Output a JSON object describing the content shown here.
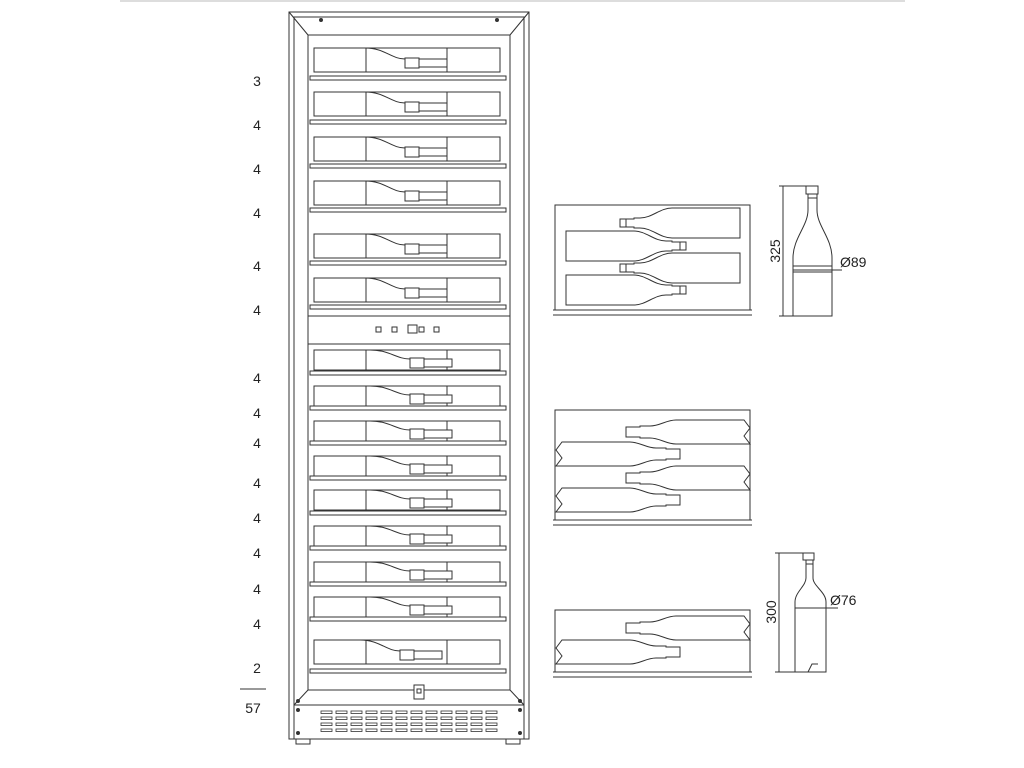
{
  "shelf_counts": [
    "3",
    "4",
    "4",
    "4",
    "4",
    "4",
    "4",
    "4",
    "4",
    "4",
    "4",
    "4",
    "4",
    "4",
    "2"
  ],
  "total_capacity": "57",
  "bottles": {
    "large": {
      "height": "325",
      "diameter": "Ø89"
    },
    "small": {
      "height": "300",
      "diameter": "Ø76"
    }
  },
  "colors": {
    "line": "#333333",
    "background": "#ffffff"
  }
}
